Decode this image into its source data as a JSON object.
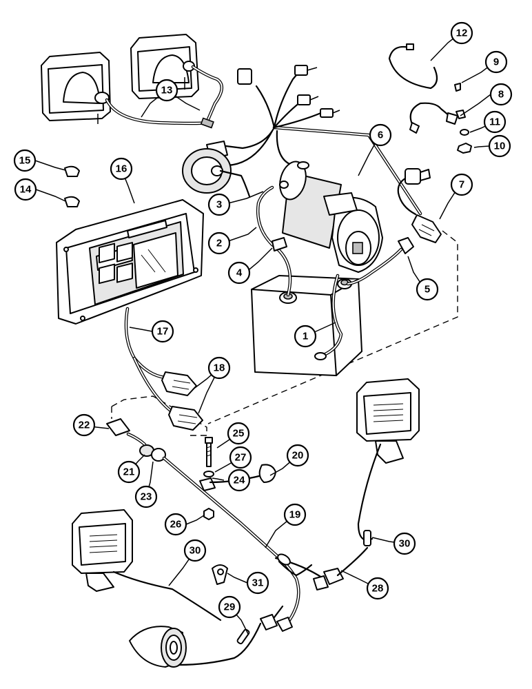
{
  "diagram": {
    "callouts": [
      {
        "id": "c1",
        "label": "1"
      },
      {
        "id": "c2",
        "label": "2"
      },
      {
        "id": "c3",
        "label": "3"
      },
      {
        "id": "c4",
        "label": "4"
      },
      {
        "id": "c5",
        "label": "5"
      },
      {
        "id": "c6",
        "label": "6"
      },
      {
        "id": "c7",
        "label": "7"
      },
      {
        "id": "c8",
        "label": "8"
      },
      {
        "id": "c9",
        "label": "9"
      },
      {
        "id": "c10",
        "label": "10"
      },
      {
        "id": "c11",
        "label": "11"
      },
      {
        "id": "c12",
        "label": "12"
      },
      {
        "id": "c13",
        "label": "13"
      },
      {
        "id": "c14",
        "label": "14"
      },
      {
        "id": "c15",
        "label": "15"
      },
      {
        "id": "c16",
        "label": "16"
      },
      {
        "id": "c17",
        "label": "17"
      },
      {
        "id": "c18",
        "label": "18"
      },
      {
        "id": "c19",
        "label": "19"
      },
      {
        "id": "c20",
        "label": "20"
      },
      {
        "id": "c21",
        "label": "21"
      },
      {
        "id": "c22",
        "label": "22"
      },
      {
        "id": "c23",
        "label": "23"
      },
      {
        "id": "c24",
        "label": "24"
      },
      {
        "id": "c25",
        "label": "25"
      },
      {
        "id": "c26",
        "label": "26"
      },
      {
        "id": "c27",
        "label": "27"
      },
      {
        "id": "c28",
        "label": "28"
      },
      {
        "id": "c29",
        "label": "29"
      },
      {
        "id": "c30a",
        "label": "30"
      },
      {
        "id": "c30b",
        "label": "30"
      },
      {
        "id": "c31",
        "label": "31"
      }
    ]
  }
}
